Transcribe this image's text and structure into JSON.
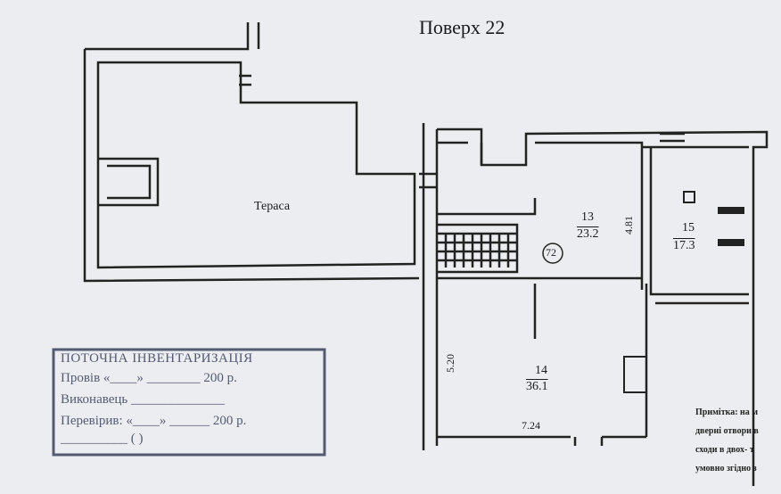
{
  "title": "Поверх 22",
  "terrace_label": "Тераса",
  "rooms": [
    {
      "number": "13",
      "area": "23.2"
    },
    {
      "number": "15",
      "area": "17.3"
    },
    {
      "number": "14",
      "area": "36.1"
    }
  ],
  "apartment_number": "72",
  "dimensions": {
    "room13_width": "4.81",
    "room14_height": "5.20",
    "room14_width": "7.24"
  },
  "stamp": {
    "heading": "ПОТОЧНА ІНВЕНТАРИЗАЦІЯ",
    "line1": "Провів «____» ________ 200 р.",
    "line2": "Виконавець ______________",
    "line3": "Перевірив: «____» ______ 200 р.",
    "line4": "__________ (                )"
  },
  "note": [
    "Примітка: на м",
    "дверні отвори в",
    "сходи в двох- т",
    "умовно згідно з"
  ]
}
